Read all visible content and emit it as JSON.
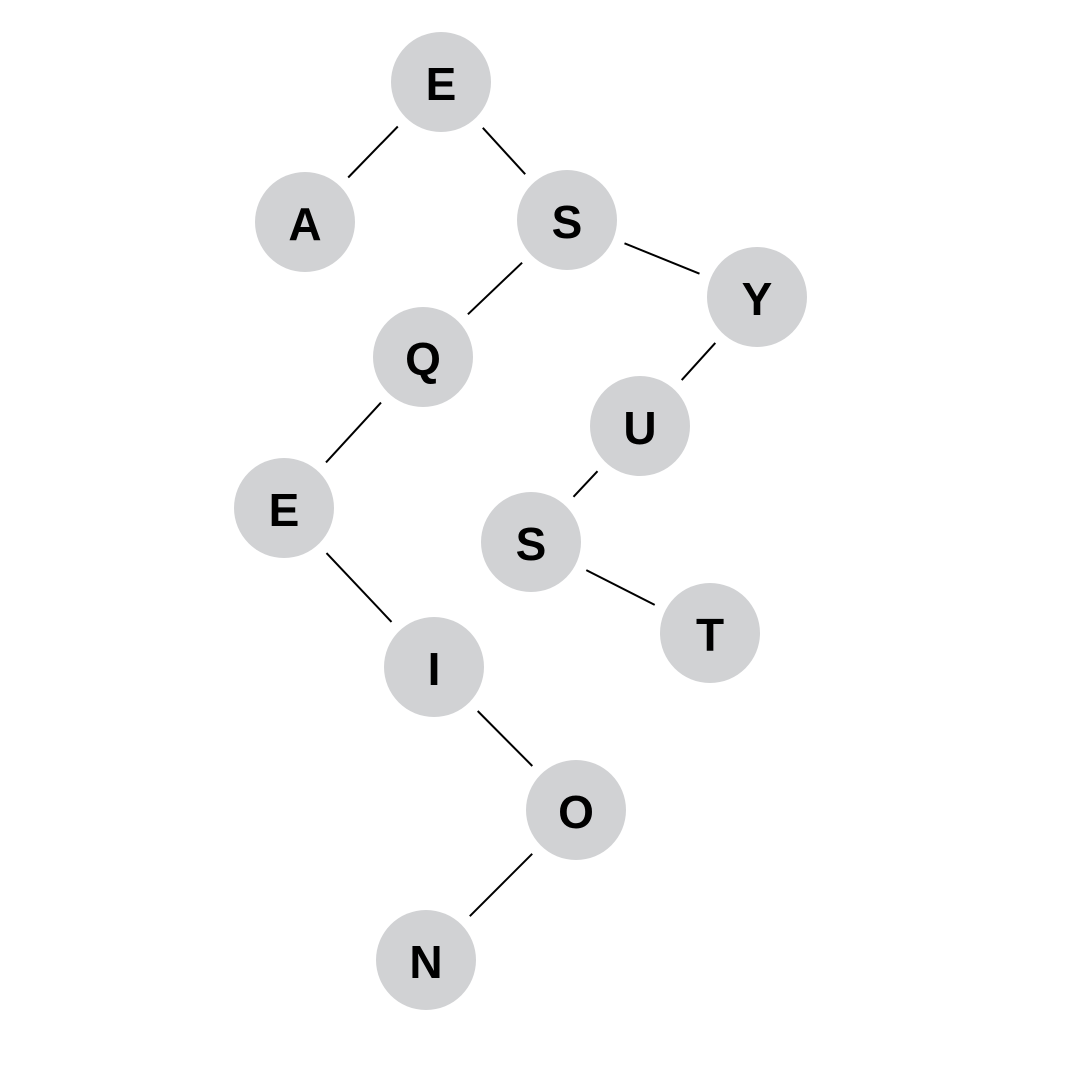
{
  "diagram": {
    "type": "binary-search-tree",
    "colors": {
      "node_fill": "#d1d2d4",
      "edge": "#000000",
      "label": "#000000"
    },
    "nodes": [
      {
        "id": "n1",
        "label": "E"
      },
      {
        "id": "n2",
        "label": "A"
      },
      {
        "id": "n3",
        "label": "S"
      },
      {
        "id": "n4",
        "label": "Q"
      },
      {
        "id": "n5",
        "label": "Y"
      },
      {
        "id": "n6",
        "label": "E"
      },
      {
        "id": "n7",
        "label": "U"
      },
      {
        "id": "n8",
        "label": "S"
      },
      {
        "id": "n9",
        "label": "I"
      },
      {
        "id": "n10",
        "label": "T"
      },
      {
        "id": "n11",
        "label": "O"
      },
      {
        "id": "n12",
        "label": "N"
      }
    ],
    "edges": [
      {
        "from": "n1",
        "to": "n2",
        "side": "left"
      },
      {
        "from": "n1",
        "to": "n3",
        "side": "right"
      },
      {
        "from": "n3",
        "to": "n4",
        "side": "left"
      },
      {
        "from": "n3",
        "to": "n5",
        "side": "right"
      },
      {
        "from": "n4",
        "to": "n6",
        "side": "left"
      },
      {
        "from": "n5",
        "to": "n7",
        "side": "left"
      },
      {
        "from": "n6",
        "to": "n9",
        "side": "right"
      },
      {
        "from": "n7",
        "to": "n8",
        "side": "left"
      },
      {
        "from": "n8",
        "to": "n10",
        "side": "right"
      },
      {
        "from": "n9",
        "to": "n11",
        "side": "right"
      },
      {
        "from": "n11",
        "to": "n12",
        "side": "left"
      }
    ]
  }
}
